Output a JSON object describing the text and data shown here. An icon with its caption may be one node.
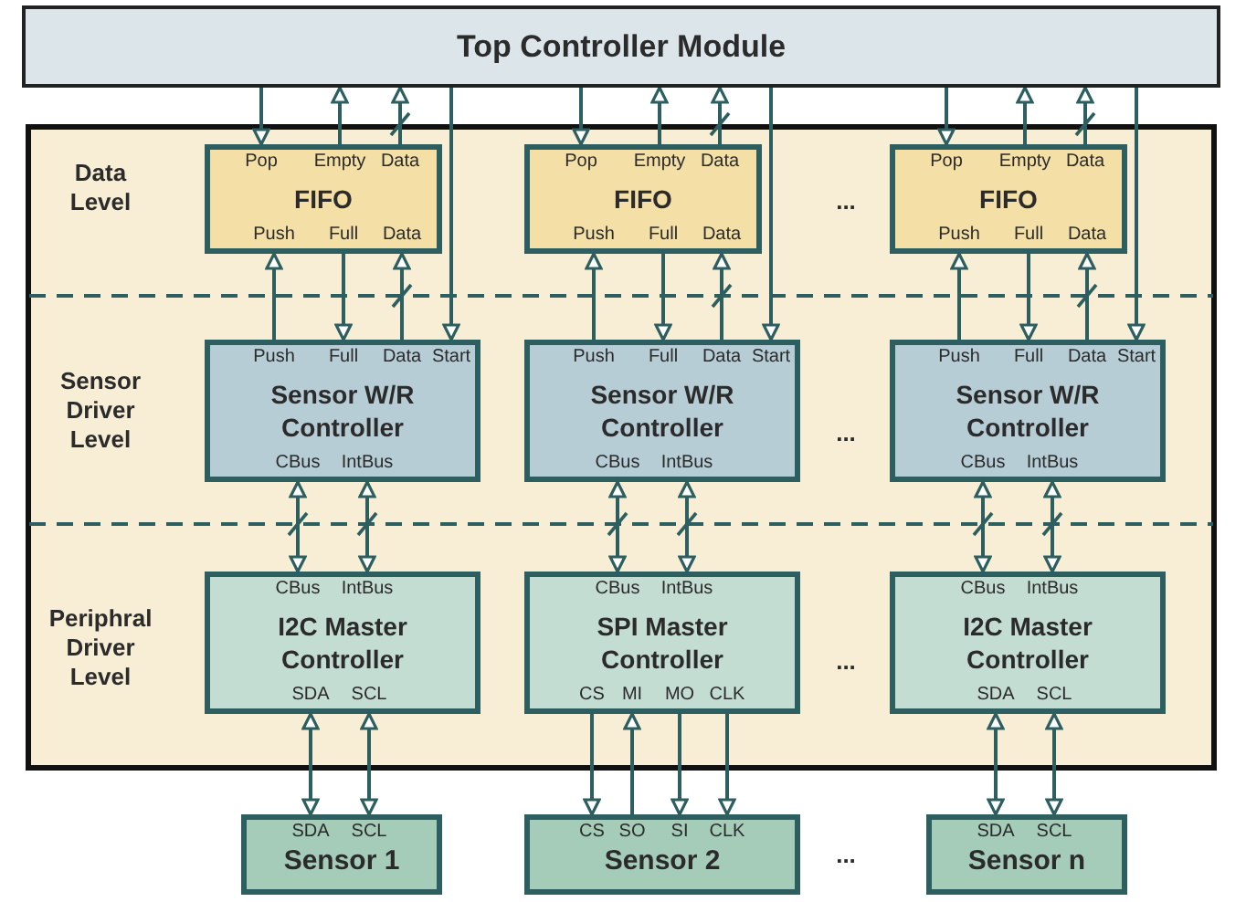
{
  "diagram": {
    "nodes": [
      {
        "text": [
          "Top Controller Module"
        ]
      },
      {
        "text": [
          "Data Level",
          "Sensor Driver Level",
          "Periphral Driver Level"
        ]
      },
      {
        "text": [
          "Pop",
          "Empty",
          "Data",
          "FIFO",
          "Push",
          "Full",
          "Data"
        ],
        "in": 1
      },
      {
        "text": [
          "Pop",
          "Empty",
          "Data",
          "FIFO",
          "Push",
          "Full",
          "Data"
        ],
        "in": 1
      },
      {
        "text": [
          "Pop",
          "Empty",
          "Data",
          "FIFO",
          "Push",
          "Full",
          "Data"
        ],
        "in": 1
      },
      {
        "text": [
          "Push",
          "Full",
          "Data",
          "Start",
          "Sensor W/R Controller",
          "CBus",
          "IntBus"
        ],
        "in": 1
      },
      {
        "text": [
          "Push",
          "Full",
          "Data",
          "Start",
          "Sensor W/R Controller",
          "CBus",
          "IntBus"
        ],
        "in": 1
      },
      {
        "text": [
          "Push",
          "Full",
          "Data",
          "Start",
          "Sensor W/R Controller",
          "CBus",
          "IntBus"
        ],
        "in": 1
      },
      {
        "text": [
          "CBus",
          "IntBus",
          "I2C Master Controller",
          "SDA",
          "SCL"
        ],
        "in": 1
      },
      {
        "text": [
          "CBus",
          "IntBus",
          "SPI Master Controller",
          "CS",
          "MI",
          "MO",
          "CLK"
        ],
        "in": 1
      },
      {
        "text": [
          "CBus",
          "IntBus",
          "I2C Master Controller",
          "SDA",
          "SCL"
        ],
        "in": 1
      },
      {
        "text": [
          "SDA",
          "SCL",
          "Sensor 1"
        ]
      },
      {
        "text": [
          "CS",
          "SO",
          "SI",
          "CLK",
          "Sensor 2"
        ]
      },
      {
        "text": [
          "SDA",
          "SCL",
          "Sensor n"
        ]
      }
    ],
    "edges": [
      {
        "from": 0,
        "to": 2,
        "arrow": "to"
      },
      {
        "from": 2,
        "to": 0,
        "arrow": "to"
      },
      {
        "from": 2,
        "to": 0,
        "arrow": "to"
      },
      {
        "from": 0,
        "to": 5,
        "arrow": "to"
      },
      {
        "from": 5,
        "to": 2,
        "arrow": "to"
      },
      {
        "from": 2,
        "to": 5,
        "arrow": "to"
      },
      {
        "from": 5,
        "to": 2,
        "arrow": "to"
      },
      {
        "from": 5,
        "to": 8,
        "arrow": "both"
      },
      {
        "from": 5,
        "to": 8,
        "arrow": "both"
      },
      {
        "from": 8,
        "to": 11,
        "arrow": "both"
      },
      {
        "from": 8,
        "to": 11,
        "arrow": "both"
      },
      {
        "from": 0,
        "to": 3,
        "arrow": "to"
      },
      {
        "from": 3,
        "to": 0,
        "arrow": "to"
      },
      {
        "from": 3,
        "to": 0,
        "arrow": "to"
      },
      {
        "from": 0,
        "to": 6,
        "arrow": "to"
      },
      {
        "from": 6,
        "to": 3,
        "arrow": "to"
      },
      {
        "from": 3,
        "to": 6,
        "arrow": "to"
      },
      {
        "from": 6,
        "to": 3,
        "arrow": "to"
      },
      {
        "from": 6,
        "to": 9,
        "arrow": "both"
      },
      {
        "from": 6,
        "to": 9,
        "arrow": "both"
      },
      {
        "from": 9,
        "to": 12,
        "arrow": "to"
      },
      {
        "from": 12,
        "to": 9,
        "arrow": "to"
      },
      {
        "from": 9,
        "to": 12,
        "arrow": "to"
      },
      {
        "from": 9,
        "to": 12,
        "arrow": "to"
      },
      {
        "from": 0,
        "to": 4,
        "arrow": "to"
      },
      {
        "from": 4,
        "to": 0,
        "arrow": "to"
      },
      {
        "from": 4,
        "to": 0,
        "arrow": "to"
      },
      {
        "from": 0,
        "to": 7,
        "arrow": "to"
      },
      {
        "from": 7,
        "to": 4,
        "arrow": "to"
      },
      {
        "from": 4,
        "to": 7,
        "arrow": "to"
      },
      {
        "from": 7,
        "to": 4,
        "arrow": "to"
      },
      {
        "from": 7,
        "to": 10,
        "arrow": "both"
      },
      {
        "from": 7,
        "to": 10,
        "arrow": "both"
      },
      {
        "from": 10,
        "to": 13,
        "arrow": "both"
      },
      {
        "from": 10,
        "to": 13,
        "arrow": "both"
      }
    ],
    "labels": [
      "...",
      "...",
      "...",
      "..."
    ]
  }
}
